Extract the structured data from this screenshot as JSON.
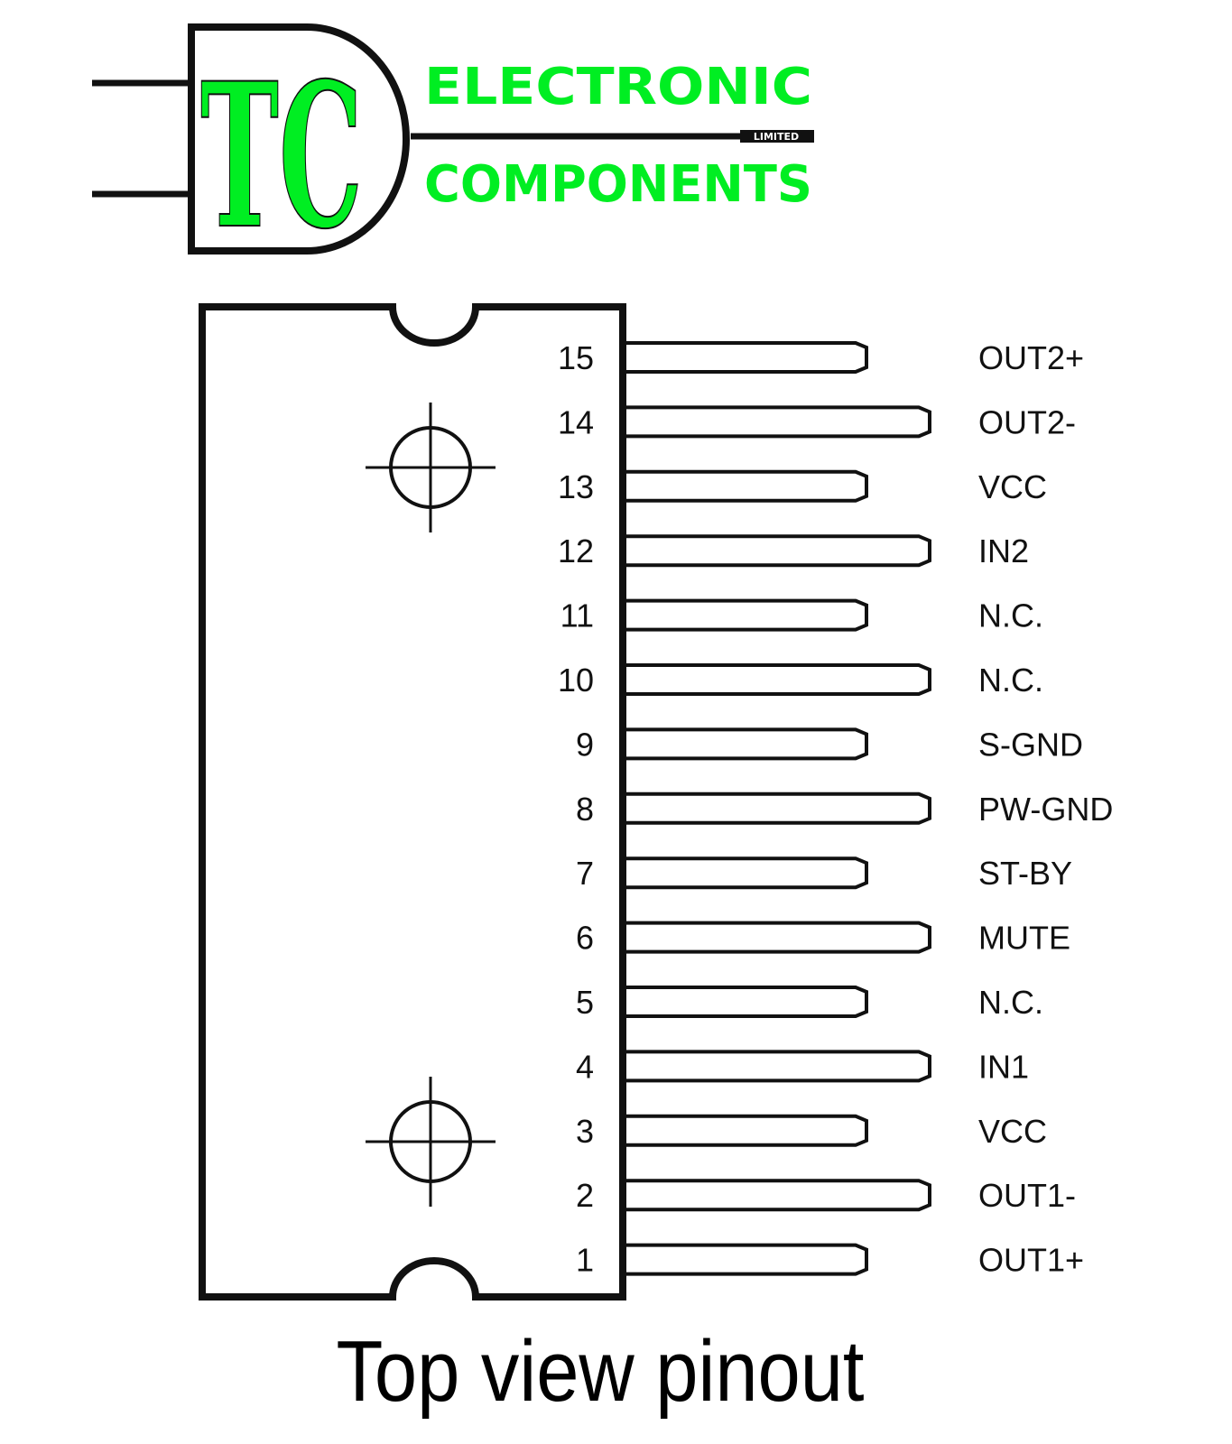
{
  "logo": {
    "letters": "TC",
    "line1": "ELECTRONIC",
    "line2": "COMPONENTS",
    "tag": "LIMITED",
    "colors": {
      "green": "#00ee22",
      "dark": "#111111"
    }
  },
  "pins": [
    {
      "number": "15",
      "label": "OUT2+",
      "long": false
    },
    {
      "number": "14",
      "label": "OUT2-",
      "long": true
    },
    {
      "number": "13",
      "label": "VCC",
      "long": false
    },
    {
      "number": "12",
      "label": "IN2",
      "long": true
    },
    {
      "number": "11",
      "label": "N.C.",
      "long": false
    },
    {
      "number": "10",
      "label": "N.C.",
      "long": true
    },
    {
      "number": "9",
      "label": "S-GND",
      "long": false
    },
    {
      "number": "8",
      "label": "PW-GND",
      "long": true
    },
    {
      "number": "7",
      "label": "ST-BY",
      "long": false
    },
    {
      "number": "6",
      "label": "MUTE",
      "long": true
    },
    {
      "number": "5",
      "label": "N.C.",
      "long": false
    },
    {
      "number": "4",
      "label": "IN1",
      "long": true
    },
    {
      "number": "3",
      "label": "VCC",
      "long": false
    },
    {
      "number": "2",
      "label": "OUT1-",
      "long": true
    },
    {
      "number": "1",
      "label": "OUT1+",
      "long": false
    }
  ],
  "caption": "Top view pinout"
}
